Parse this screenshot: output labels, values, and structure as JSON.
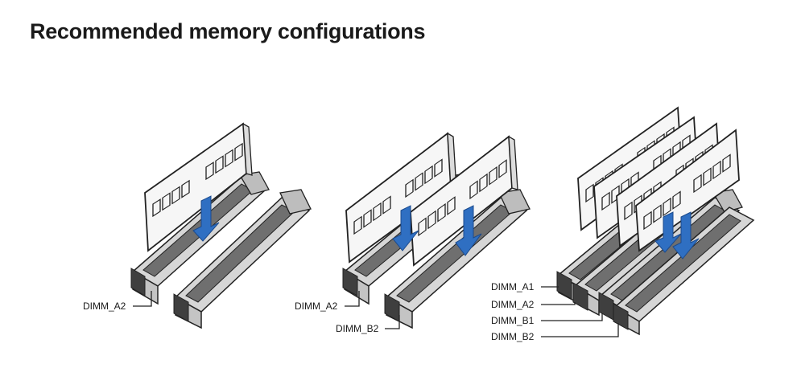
{
  "title": "Recommended memory configurations",
  "configs": [
    {
      "labels": [
        "DIMM_A2"
      ]
    },
    {
      "labels": [
        "DIMM_A2",
        "DIMM_B2"
      ]
    },
    {
      "labels": [
        "DIMM_A1",
        "DIMM_A2",
        "DIMM_B1",
        "DIMM_B2"
      ]
    }
  ],
  "colors": {
    "slot_body": "#d6d6d6",
    "slot_channel": "#6f6f6f",
    "latch": "#3f3f3f",
    "module": "#f6f6f6",
    "arrow": "#2f6fc2",
    "line": "#222222"
  }
}
